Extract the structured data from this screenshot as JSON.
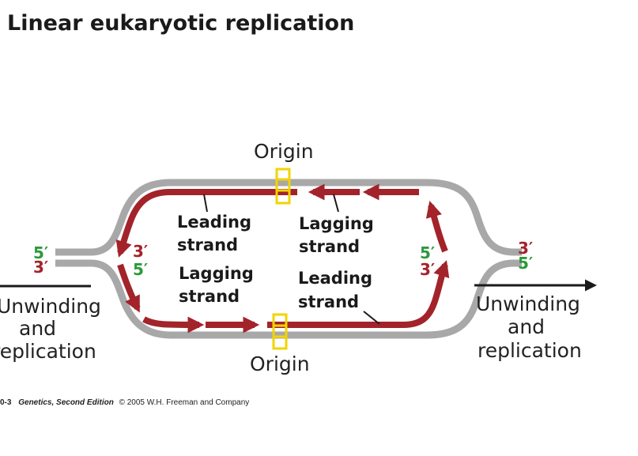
{
  "title": "Linear eukaryotic replication",
  "labels": {
    "origin": "Origin",
    "leading_strand_line1": "Leading",
    "leading_strand_line2": "strand",
    "lagging_strand_line1": "Lagging",
    "lagging_strand_line2": "strand",
    "unwinding_line1": "Unwinding",
    "unwinding_line2": "and",
    "unwinding_line3": "replication",
    "five_prime": "5′",
    "three_prime": "3′"
  },
  "caption": {
    "figure_number": "0-3",
    "book": "Genetics, Second Edition",
    "copyright": "© 2005 W.H. Freeman and Company"
  },
  "colors": {
    "parental_strand": "#a8a8a8",
    "new_strand": "#a3232a",
    "origin_marker": "#f2d400",
    "five_prime_label": "#2a9a3a",
    "three_prime_label": "#a3232a"
  }
}
